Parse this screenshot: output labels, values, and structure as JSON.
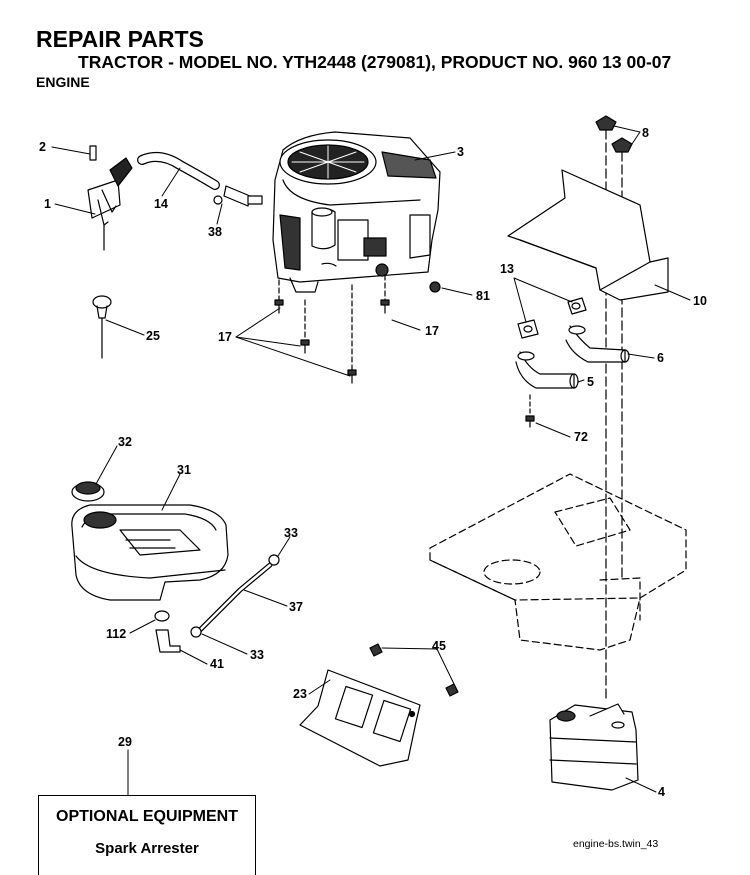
{
  "header": {
    "title": "REPAIR PARTS",
    "subtitle": "TRACTOR - MODEL NO. YTH2448 (279081), PRODUCT NO. 960 13 00-07",
    "section": "ENGINE"
  },
  "callouts": [
    "2",
    "1",
    "14",
    "38",
    "3",
    "8",
    "10",
    "13",
    "81",
    "17",
    "17",
    "25",
    "6",
    "5",
    "72",
    "32",
    "31",
    "33",
    "37",
    "33",
    "112",
    "41",
    "45",
    "23",
    "4",
    "29"
  ],
  "optional_equipment": {
    "heading": "OPTIONAL EQUIPMENT",
    "item": "Spark Arrester"
  },
  "drawing_code": "engine-bs.twin_43"
}
